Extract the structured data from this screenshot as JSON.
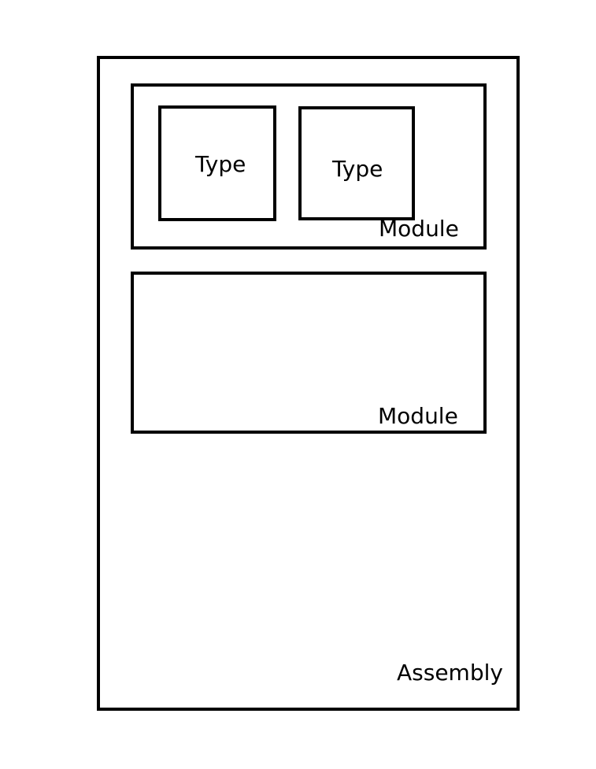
{
  "diagram": {
    "assembly": {
      "label": "Assembly"
    },
    "modules": [
      {
        "label": "Module",
        "types": [
          {
            "label": "Type"
          },
          {
            "label": "Type"
          }
        ]
      },
      {
        "label": "Module",
        "types": []
      }
    ]
  },
  "colors": {
    "stroke": "#000000",
    "background": "#ffffff",
    "text": "#000000"
  }
}
